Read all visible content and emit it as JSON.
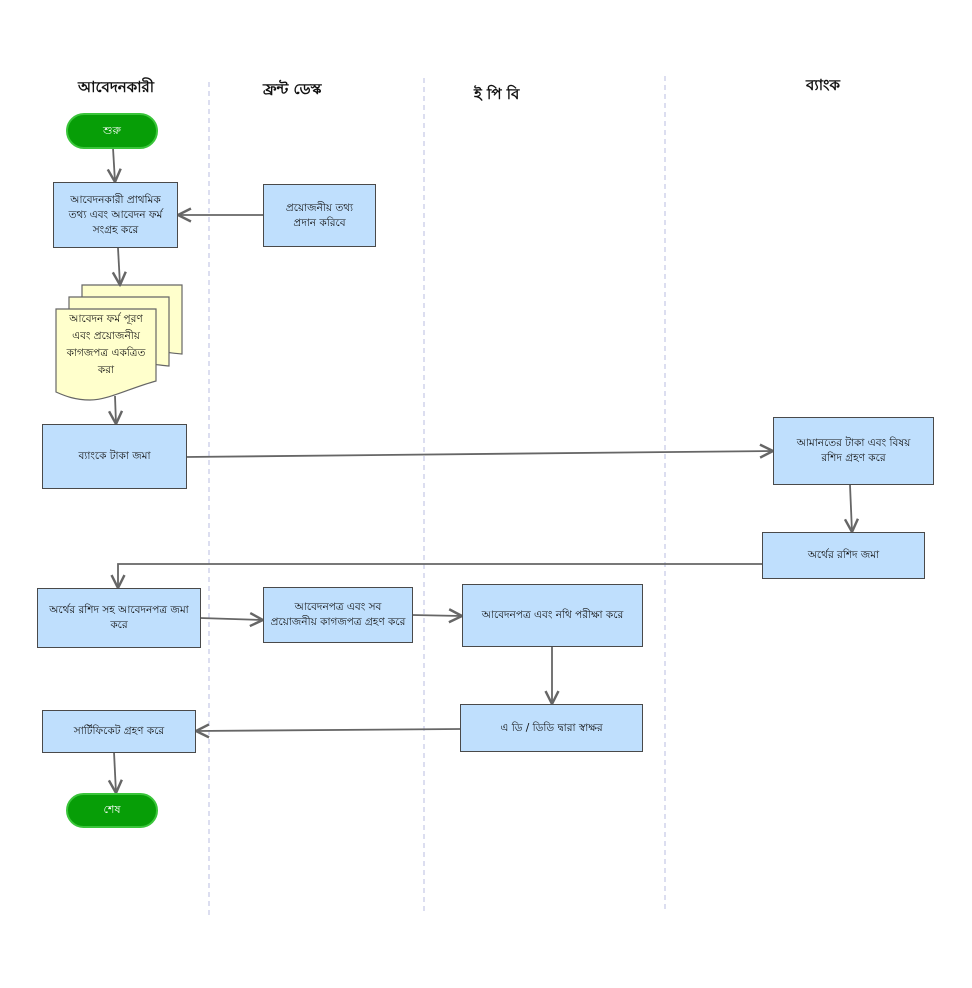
{
  "lanes": [
    "আবেদনকারী",
    "ফ্রন্ট ডেস্ক",
    "ই পি বি",
    "ব্যাংক"
  ],
  "nodes": {
    "start": "শুরু",
    "collect_form": "আবেদনকারী প্রাথমিক তথ্য এবং আবেদন ফর্ম সংগ্রহ করে",
    "provide_info": "প্রয়োজনীয় তথ্য প্রদান করিবে",
    "fill_form": "আবেদন ফর্ম পূরণ এবং প্রয়োজনীয় কাগজপত্র একত্রিত করা",
    "deposit_money": "ব্যাংকে টাকা জমা",
    "bank_receipt": "আমানতের টাকা এবং বিষয় রশিদ গ্রহণ করে",
    "receipt_deposit": "অর্থের রশিদ জমা",
    "submit_application": "অর্থের রশিদ সহ আবেদনপত্র জমা করে",
    "receive_documents": "আবেদনপত্র এবং সব প্রয়োজনীয় কাগজপত্র গ্রহণ করে",
    "examine": "আবেদনপত্র এবং নথি পরীক্ষা করে",
    "sign": "এ ডি / ডিডি দ্বারা স্বাক্ষর",
    "certificate": "সার্টিফিকেট গ্রহণ করে",
    "end": "শেষ"
  },
  "colors": {
    "process_fill": "#bfdffd",
    "document_fill": "#ffffcc",
    "terminator_fill": "#079e07",
    "connector": "#666666",
    "lane_divider": "#c4c8e6"
  }
}
